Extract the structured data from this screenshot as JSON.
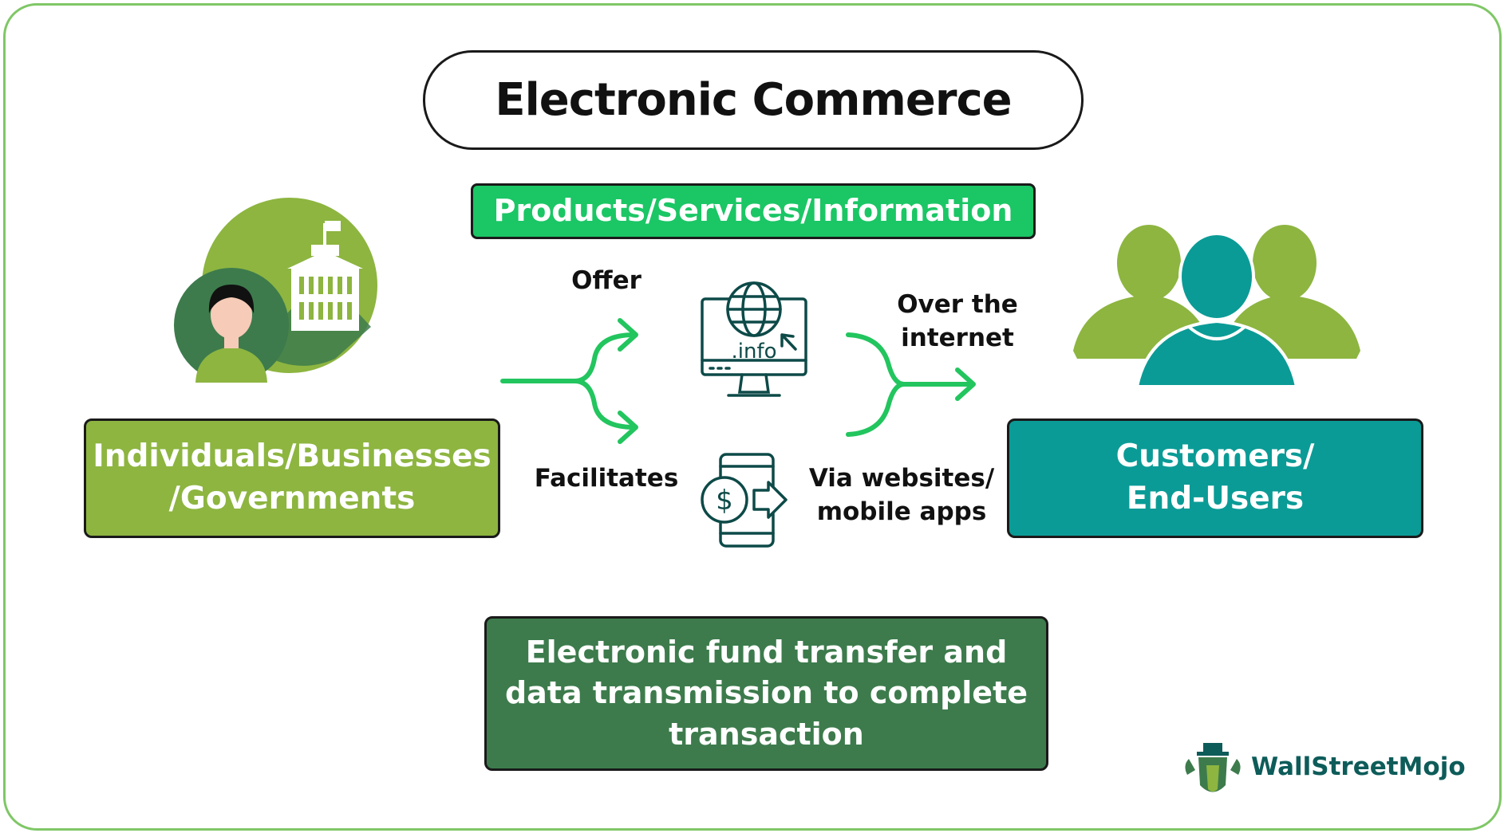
{
  "title": "Electronic Commerce",
  "offering": "Products/Services/Information",
  "left_box": "Individuals/Businesses\n/Governments",
  "right_box": "Customers/\nEnd-Users",
  "bottom_box": "Electronic fund transfer and\ndata transmission to complete\ntransaction",
  "labels": {
    "offer": "Offer",
    "facilitates": "Facilitates",
    "over_internet": "Over the\ninternet",
    "via_websites": "Via websites/\nmobile apps"
  },
  "icons": {
    "monitor_text": ".info",
    "phone_symbol": "$"
  },
  "brand": "WallStreetMojo",
  "colors": {
    "bright_green": "#1bc665",
    "olive_green": "#8db540",
    "teal": "#0b9b96",
    "dark_green": "#3d7b4c",
    "arrow_green": "#22c55e"
  }
}
